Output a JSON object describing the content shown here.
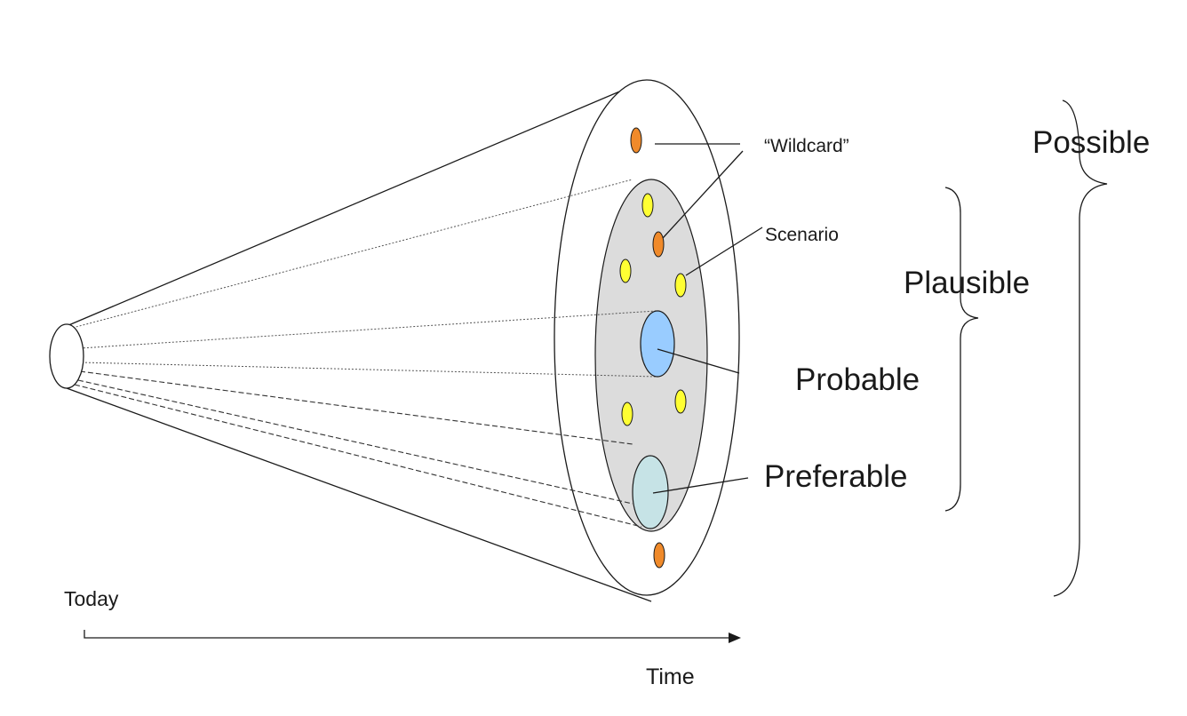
{
  "labels": {
    "wildcard": "“Wildcard”",
    "scenario": "Scenario",
    "probable": "Probable",
    "preferable": "Preferable",
    "plausible": "Plausible",
    "possible": "Possible",
    "today": "Today",
    "time": "Time"
  },
  "colors": {
    "wildcard_dot": "#f08a2a",
    "scenario_dot": "#ffff33",
    "probable_ellipse": "#99ccff",
    "preferable_ellipse": "#c6e3e6",
    "plausible_region": "#dcdcdc",
    "outline": "#1a1a1a"
  }
}
